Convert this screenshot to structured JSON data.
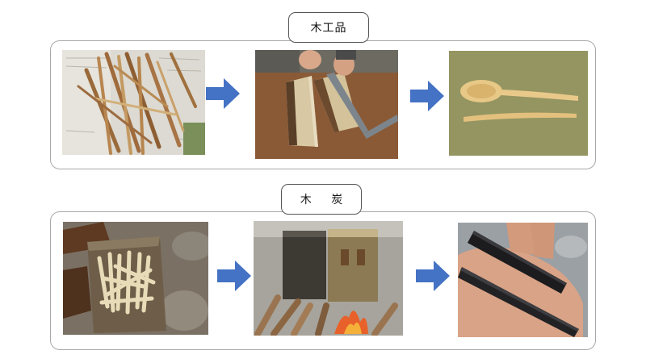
{
  "rows": [
    {
      "label": "木工品",
      "steps": [
        "branch-sticks-photo",
        "split-wood-photo",
        "wooden-spoon-photo"
      ]
    },
    {
      "label": "木 炭",
      "steps": [
        "sticks-in-can-photo",
        "can-on-fire-photo",
        "charcoal-in-hand-photo"
      ]
    }
  ],
  "colors": {
    "arrow": "#4472C4",
    "panel_border": "#a8a8a8",
    "label_border": "#555555"
  }
}
